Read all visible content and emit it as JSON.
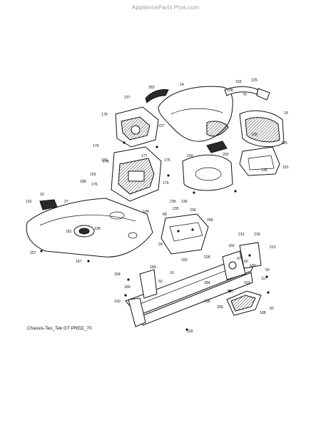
{
  "watermark": "ApplianceParts Pros.com",
  "caption": "Chassis-Tex_Tek GT PRED_70",
  "callouts": [
    "14",
    "153",
    "225",
    "283",
    "237",
    "208",
    "76",
    "178",
    "227",
    "18",
    "139",
    "225",
    "176",
    "177",
    "178",
    "182",
    "175",
    "150",
    "202",
    "136",
    "151",
    "155",
    "176",
    "176",
    "188",
    "16",
    "27",
    "191",
    "104",
    "235",
    "236",
    "68",
    "235",
    "236",
    "286",
    "181",
    "138",
    "257",
    "187",
    "24",
    "183",
    "212",
    "218",
    "213",
    "160",
    "180",
    "228",
    "67",
    "66",
    "55",
    "158",
    "189",
    "180",
    "50",
    "284",
    "10",
    "102",
    "117",
    "188",
    "105",
    "160",
    "228",
    "159",
    "289",
    "82"
  ],
  "icons": [
    "parts-exploded-view"
  ]
}
